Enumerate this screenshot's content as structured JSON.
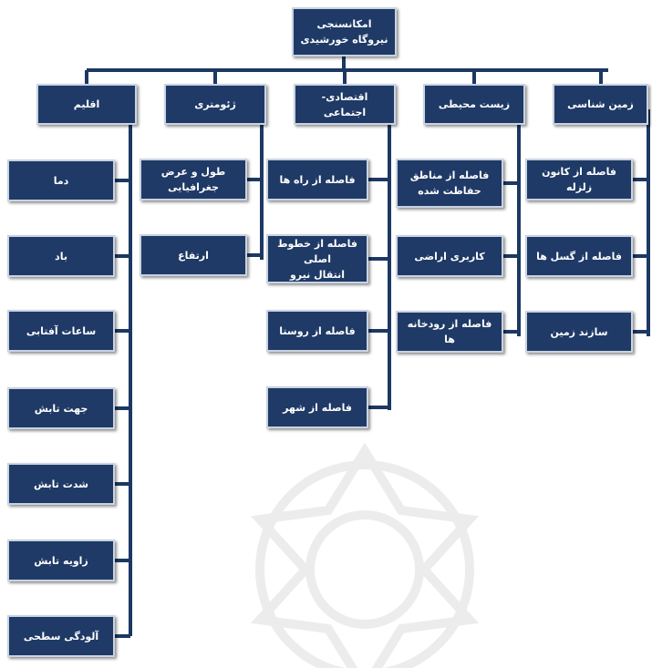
{
  "root": {
    "label": "امکانسنجی نیروگاه خورشیدی"
  },
  "categories": [
    {
      "label": "اقلیم",
      "items": [
        "دما",
        "باد",
        "ساعات آفتابی",
        "جهت تابش",
        "شدت تابش",
        "زاویه تابش",
        "آلودگی سطحی"
      ]
    },
    {
      "label": "ژئومتری",
      "items": [
        "طول و عرض\nجغرافیایی",
        "ارتفاع"
      ]
    },
    {
      "label": "اقتصادی- اجتماعی",
      "items": [
        "فاصله از راه ها",
        "فاصله از خطوط اصلی\nانتقال نیرو",
        "فاصله از روستا",
        "فاصله از شهر"
      ]
    },
    {
      "label": "زیست محیطی",
      "items": [
        "فاصله از مناطق\nحفاظت شده",
        "کاربری اراضی",
        "فاصله از رودخانه ها"
      ]
    },
    {
      "label": "زمین شناسی",
      "items": [
        "فاصله از کانون زلزله",
        "فاصله از گسل ها",
        "سازند زمین"
      ]
    }
  ],
  "colors": {
    "box_fill": "#1f3a66",
    "box_border": "#c9d3e2",
    "connector": "#1c3863",
    "text": "#ffffff",
    "watermark": "#d9d9d9"
  }
}
